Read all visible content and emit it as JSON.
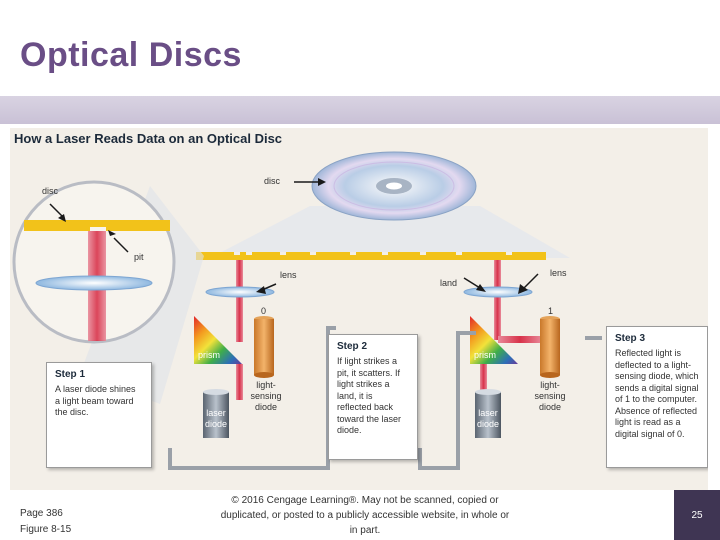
{
  "slide": {
    "title": "Optical Discs"
  },
  "figure": {
    "title": "How a Laser Reads Data on an Optical Disc",
    "labels": {
      "disc_inset": "disc",
      "pit": "pit",
      "disc_top": "disc",
      "lens_left": "lens",
      "lens_right": "lens",
      "land": "land",
      "bit_zero": "0",
      "bit_one": "1",
      "prism_left": "prism",
      "prism_right": "prism",
      "sensor_left": "light-\nsensing\ndiode",
      "sensor_right": "light-\nsensing\ndiode",
      "laser_left": "laser\ndiode",
      "laser_right": "laser\ndiode"
    },
    "steps": [
      {
        "heading": "Step 1",
        "text": "A laser diode shines a light beam toward the disc."
      },
      {
        "heading": "Step 2",
        "text": "If light strikes a pit, it scatters. If light strikes a land, it is reflected back toward the laser diode."
      },
      {
        "heading": "Step 3",
        "text": "Reflected light is deflected to a light-sensing diode, which sends a digital signal of 1 to the computer. Absence of reflected light is read as a digital signal of 0."
      }
    ]
  },
  "footer": {
    "page_ref": "Page 386",
    "figure_ref": "Figure 8-15",
    "copyright": "© 2016 Cengage Learning®. May not be scanned, copied or duplicated, or posted to a publicly accessible website, in whole or in part.",
    "slide_number": "25"
  },
  "colors": {
    "title": "#6a4e86",
    "band": "#d1cade",
    "badge": "#3f3553",
    "laser": "#d8324a"
  }
}
